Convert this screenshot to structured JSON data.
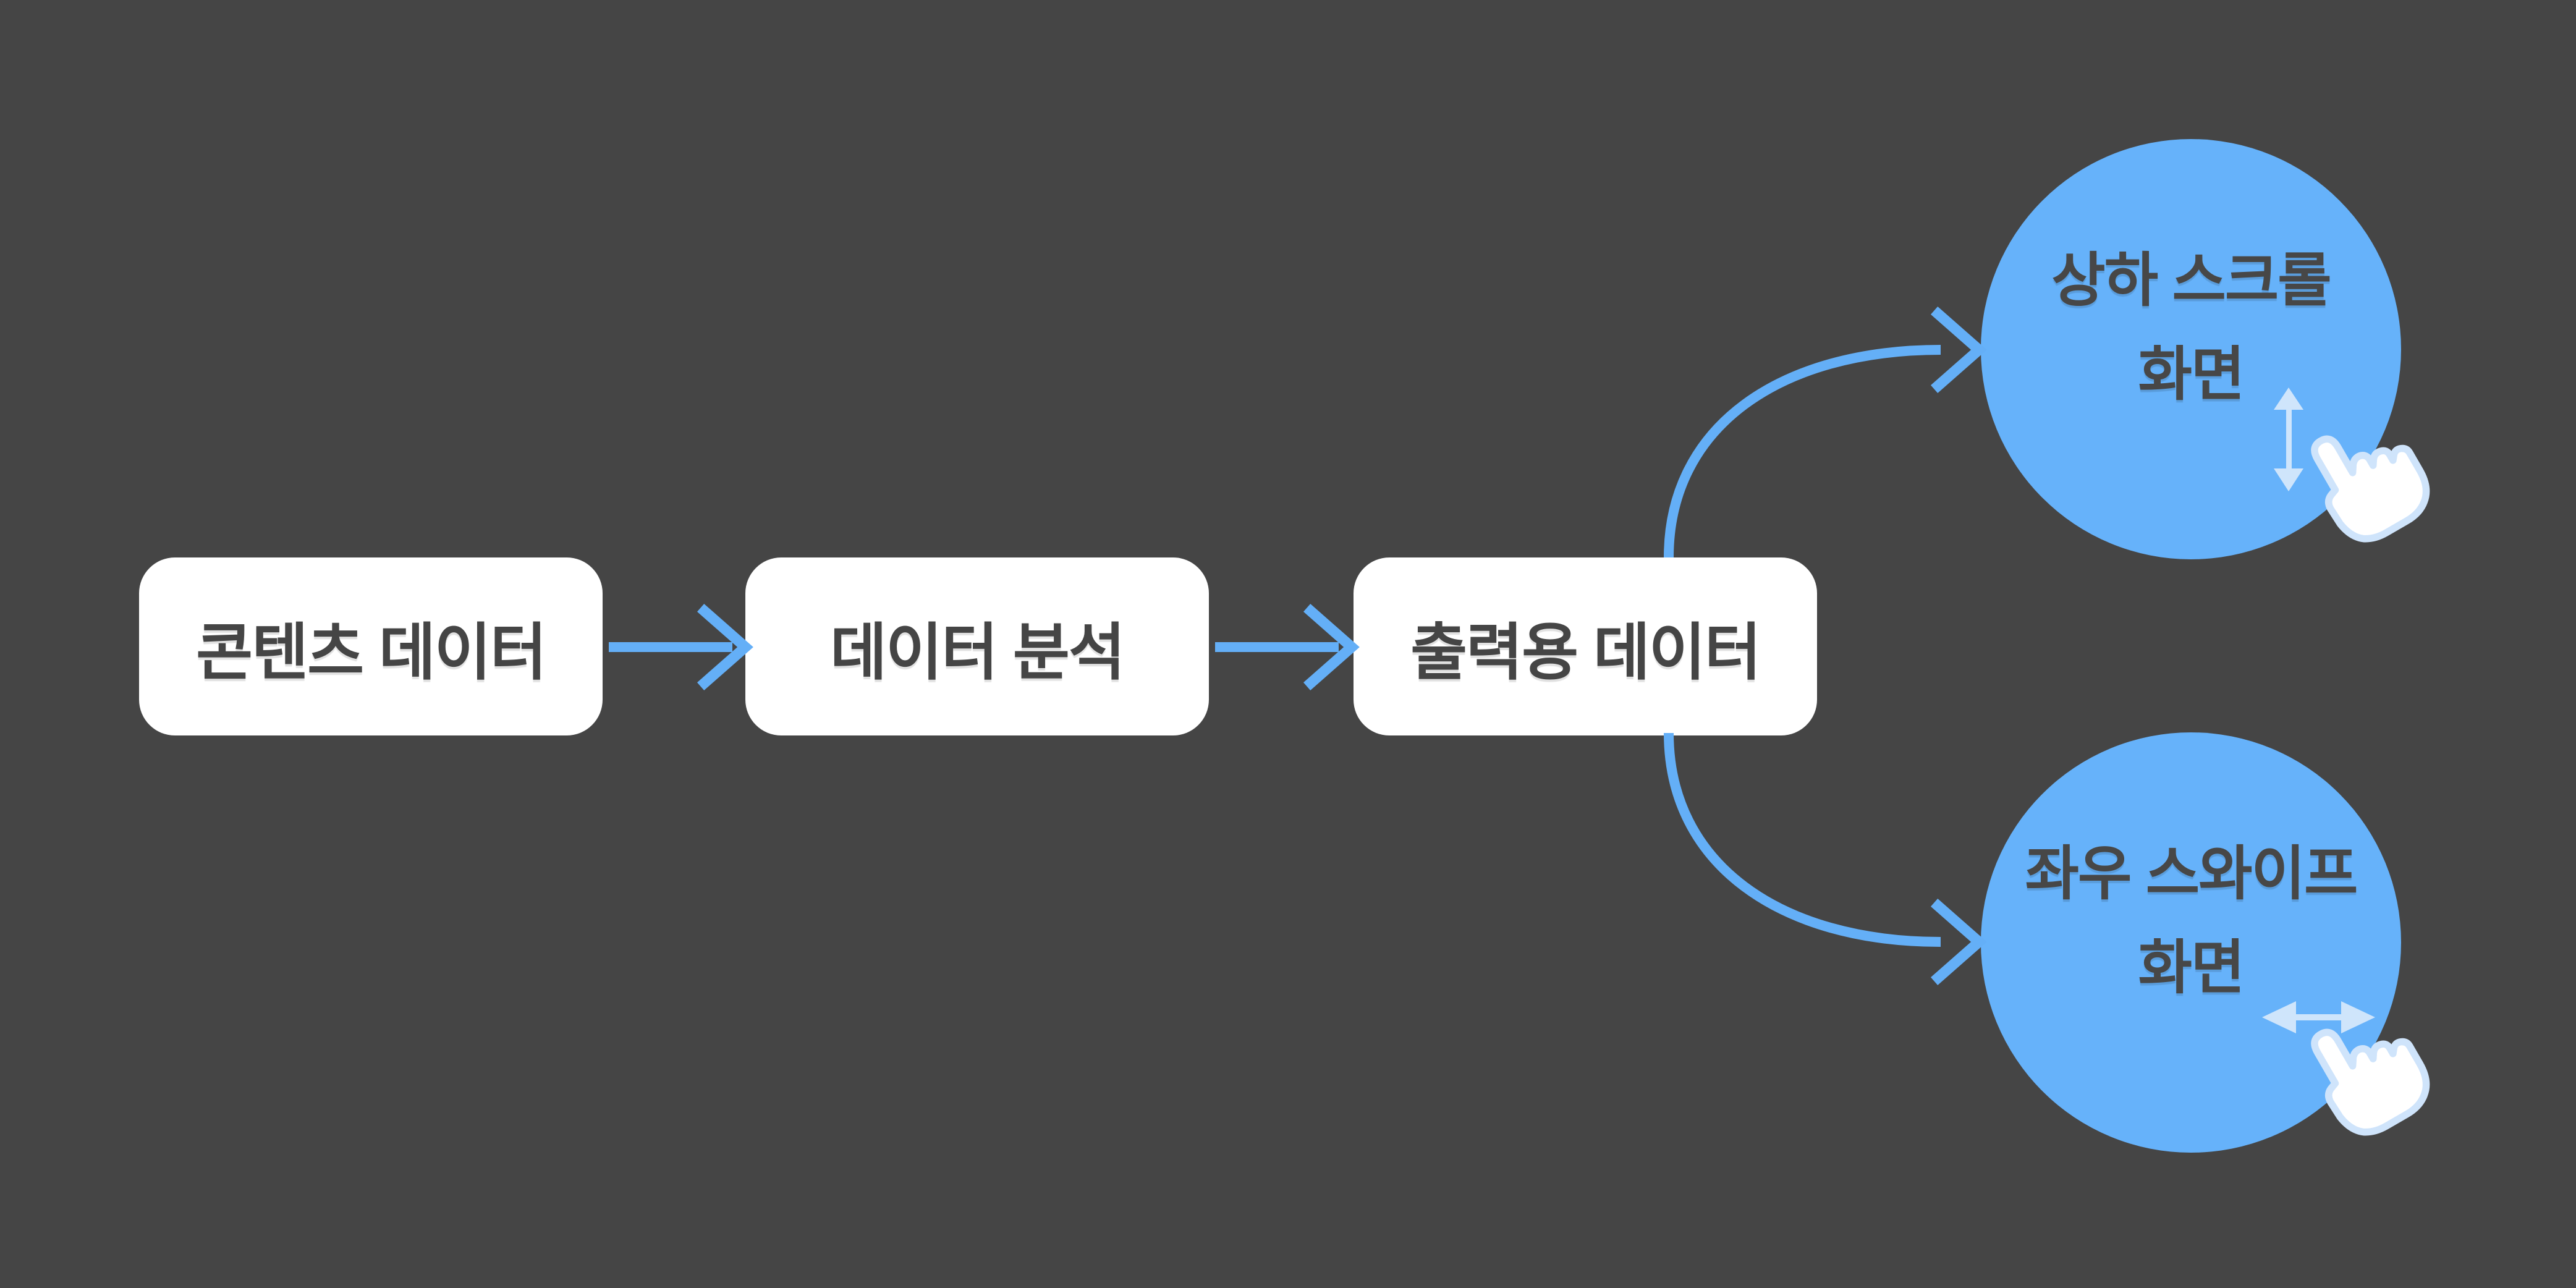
{
  "colors": {
    "background": "#454545",
    "box_fill": "#ffffff",
    "box_text": "#454545",
    "flow_arrow_blue": "#64aff7",
    "circle_fill": "#66b2fa",
    "circle_text": "#474747",
    "gesture_arrow_pale_blue": "#cfe5fb",
    "hand_fill": "#ffffff",
    "hand_outline": "#cfe4fb"
  },
  "diagram": {
    "boxes": [
      {
        "label": "콘텐츠 데이터"
      },
      {
        "label": "데이터 분석"
      },
      {
        "label": "출력용 데이터"
      }
    ],
    "screens": [
      {
        "line1": "상하 스크롤",
        "line2": "화면",
        "gesture": "vertical-scroll",
        "gesture_icon": "vertical-double-arrow",
        "pointer_icon": "pointing-hand"
      },
      {
        "line1": "좌우 스와이프",
        "line2": "화면",
        "gesture": "horizontal-swipe",
        "gesture_icon": "horizontal-double-arrow",
        "pointer_icon": "pointing-hand"
      }
    ],
    "connectors": [
      {
        "from": "콘텐츠 데이터",
        "to": "데이터 분석",
        "style": "straight-right-arrow"
      },
      {
        "from": "데이터 분석",
        "to": "출력용 데이터",
        "style": "straight-right-arrow"
      },
      {
        "from": "출력용 데이터",
        "to": "상하 스크롤 화면",
        "style": "curved-up-right-arrow"
      },
      {
        "from": "출력용 데이터",
        "to": "좌우 스와이프 화면",
        "style": "curved-down-right-arrow"
      }
    ]
  }
}
